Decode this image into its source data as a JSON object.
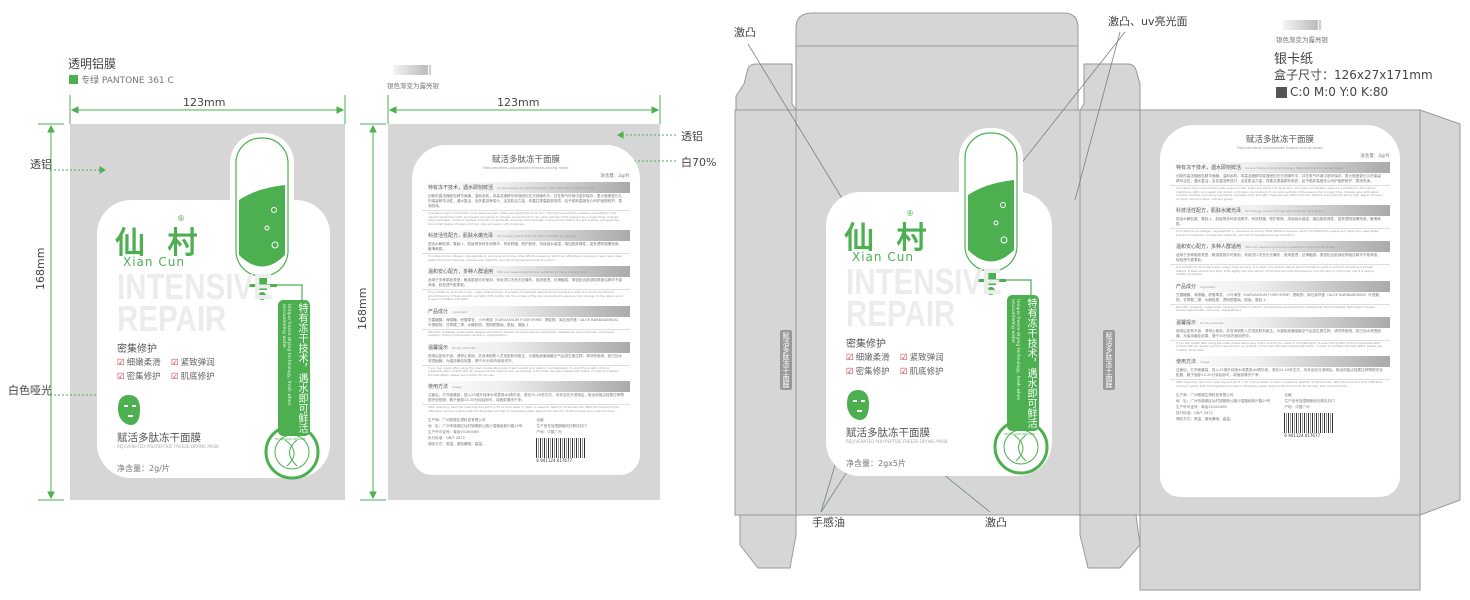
{
  "left_header": {
    "material": "透明铝膜",
    "color_spec": "专绿 PANTONE 361 C",
    "green": "#4caf50"
  },
  "silver_note": "银色渐变为露亮银",
  "dimensions": {
    "width": "123mm",
    "height": "168mm"
  },
  "callouts": {
    "aluminum_left": "透铝",
    "white_matte": "白色哑光",
    "aluminum_right": "透铝",
    "white70": "白70%",
    "emboss1": "激凸",
    "emboss_uv": "激凸、uv亮光面",
    "touch_oil": "手感油",
    "emboss2": "激凸"
  },
  "box_spec": {
    "paper": "银卡纸",
    "size": "盒子尺寸：126x27x171mm",
    "cmyk": "C:0  M:0  Y:0  K:80"
  },
  "front": {
    "brand_cn": "仙 村",
    "reg": "®",
    "brand_en": "Xian Cun",
    "big1": "INTENSIVE",
    "big2": "REPAIR",
    "tube_label": "INTENSIVE REPAIR",
    "sub": "密集修护",
    "checks": [
      "细嫩柔滑",
      "紧致弹润",
      "密集修护",
      "肌底修护"
    ],
    "check_mark": "☑",
    "title": "赋活多肽冻干面膜",
    "title_en": "REJUVENATED POLYPEPTIDE FREEZE-DRYING MASK",
    "banner_cn": "特有冻干技术，遇水即可鲜活",
    "banner_en": "Unique freeze-drying technology, fresh when encountering water",
    "seal": "TECHNOLOGY SKINCARE",
    "net_sachet": "净含量：2g/片",
    "net_box": "净含量：2gx5片"
  },
  "back": {
    "title": "赋活多肽冻干面膜",
    "subtitle": "Rejuvenated polypeptide freeze-drying mask",
    "net": "净含量：2g/片",
    "sections": [
      {
        "h": "特有冻干技术，遇水即刻鲜活",
        "h_en": "Unique freeze-drying technology, fresh when encountering water",
        "cn": "创新的高浓缩固态精华面膜，温和亲肤。将高浓度精华原液固化在天然膜布中，并在氮气环境中密封保存，更大程度更长久的保留精华活性，遇水复活，含多重滋养成分，活发肌活力量，改善并提高肌肤肤质，给予肌肤高度安心呵护赋颜修护，柔润亮泽。",
        "en": "Innovative high concentration solid essence mask, softer and perfect for facial skin. The high concentration essence is solidified in the natural membrane cloth, and sealed and stored in nitrogen environment. It can retain activity of the essence for a longer time. It keeps alive with water, contains multiple nourishing ingredients, develops fresh strength, improves and softens the skin texture, and gives the skin a high degree of peace of mind, care and repair, soft and glossy."
      },
      {
        "h": "科技活性配方，肌肤水嫩光泽",
        "h_en": "Technology active formula, skin is tender and glossy",
        "cn": "蕴含水解胶原、寡肽-1、肌肽等多种多效精华，有效舒缓，修护肌肤，持续锁水保湿，增加肌肤弹性，富有透明感爆亮焕，嫩滑美肌。",
        "en": "It contains bone collagen, oligopeptide -1, carnosine and many other effective essence, which can effectively relieve and repair skin, keep water lock and moisturize, increase skin elasticity, and full of transparent sense of uniform."
      },
      {
        "h": "温和安心配方，多种人群适用",
        "h_en": "Mild and reassuring formula, suitable for many kinds of skin",
        "cn": "适用于多种肌肤类型，敏感肌肤亦可使用，采用进口天然天丝膜布，饱润莹透，丝滑触感，紧密贴合脸部轮廓锁住精华不易滴液，轻松透气更柔软。",
        "en": "It is suitable for all kinds of skin, crispy meat and skin. It is made of imported natural Tencel membrane cloth. It is full of smooth and smooth texture. It feels smooth and light. It fits tightly into the contour of the face and locks the essence. It is not easy to drip liquid, and it is easy to breathe and softer."
      },
      {
        "h": "产品成分",
        "h_en": "Ingredient",
        "cn": "甘露糖醇、海藻糖、积雪草苷、小叶海藻（SARGASSUM FUSIFORME）提取物、库拉索芦荟（ALOE BARBADENSIS）叶提取物、甘草酸二钾、水解胶原、透明质酸钠、肌肽、寡肽-1",
        "en": "Mannitol, trehalose, asiaticoside, Sargassum fusiform extract, Aloe barbadensis leaf extract, dipotassium Glycyrrhizinate, hydrolyzed collagen, sodium hyaluronate, carnosine, oligopeptide-1"
      },
      {
        "h": "温馨提示",
        "h_en": "Kindly reminder",
        "cn": "使用后如有不适，请停止使用，并咨询销售人员或皮肤科医生。为避免面膜接触空气后滋生微生物，请尽快使用，若已加水浸透面膜，为保持最佳效果，请于30分钟内使用完毕。",
        "en": "If you feel unwell after using the mask, please stop using it and consult your seller or dermatologist. To avoid the growth of micro organisms after contact with air, please use the mask as soon as possible. If the mask has been soaked with water, in order to maintain the best effect, please use it within 30 minutes."
      },
      {
        "h": "使用方法",
        "h_en": "Usage",
        "cn": "洁面后，打开面膜袋，放入25毫升纯净水或柔肤水/精华液，浸泡15-20秒左右，待本品充分浸润后，取出用指尖轻柔拉伸帮助完全贴服，敷于面部15-20分钟后即可，将面部清洗干净。",
        "en": "After cleansing, open the mask bag and put it in 25 ml pure water or lotion or essence. Soak for 15-20 seconds. After the product is fully infiltrated, remove it gently with the fingertips and help it completely paste. Apply to the face for 15-20 minutes, then clean the face."
      }
    ],
    "maker": [
      "生产商：广州丽源生物科技有限公司",
      "地　址：广州市增城区仙村镇基新公路沙滘路段新兴路29号",
      "生产许可证号：粤妆20160456",
      "执行标准：QB/T 2872",
      "储存方式：常温、避免暴晒、高温。"
    ],
    "right": [
      "合格",
      "生产批号及限期使用日期见封口",
      "产地：中国广州"
    ],
    "barcode": "6 941124 017677"
  },
  "side_text": "赋活多肽冻干面膜"
}
